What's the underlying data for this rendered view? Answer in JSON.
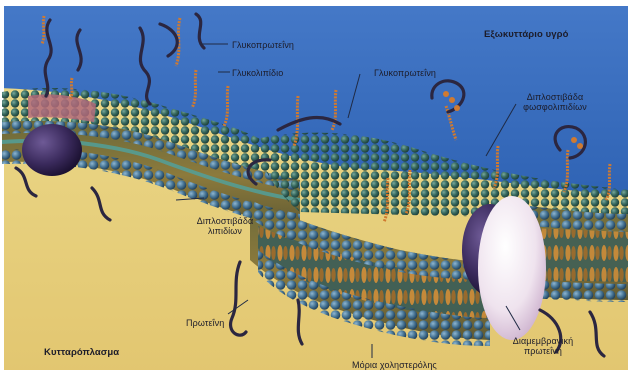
{
  "labels": {
    "extracellular_fluid": "Εξωκυττάριο υγρό",
    "glycoprotein": "Γλυκοπρωτεΐνη",
    "glycolipid": "Γλυκολιπίδιο",
    "glycoprotein_2": "Γλυκοπρωτεΐνη",
    "transmembrane_protein": [
      "Διαμεμβρανική",
      "πρωτεΐνη"
    ],
    "phospholipid_bilayer": [
      "Διπλοστιβάδα",
      "λιπιδίων"
    ],
    "protein": "Πρωτεΐνη",
    "cytoplasm": "Κυτταρόπλασμα",
    "bottom_partial": "Μόρια χοληστερόλης",
    "right_top": [
      "Διπλοστιβάδα",
      "φωσφολιπιδίων"
    ]
  },
  "colors": {
    "sky": "#3b70c0",
    "cytoplasm": "#e9d27e",
    "head_blue": "#3f6a8a",
    "head_teal": "#2f5f5a",
    "tail_orange": "#c98b3a",
    "protein_purple": "#3c2c5a",
    "chain_orange": "#d07a30"
  }
}
